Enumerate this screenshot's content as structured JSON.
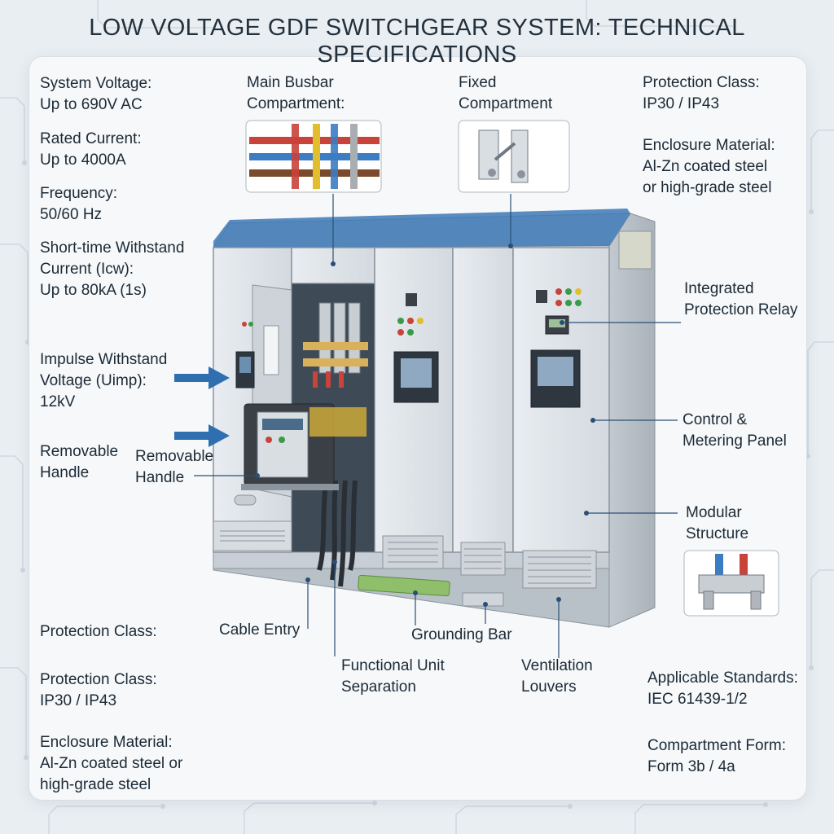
{
  "title": "LOW VOLTAGE GDF SWITCHGEAR SYSTEM: TECHNICAL SPECIFICATIONS",
  "left_specs": {
    "system_voltage": [
      "System Voltage:",
      "Up to 690V AC"
    ],
    "rated_current": [
      "Rated Current:",
      "Up to 4000A"
    ],
    "frequency": [
      "Frequency:",
      "50/60 Hz"
    ],
    "short_time": [
      "Short-time Withstand",
      "Current (Icw):",
      "Up to 80kA (1s)"
    ],
    "impulse": [
      "Impulse Withstand",
      "Voltage (Uimp):",
      "12kV"
    ],
    "removable_handle": [
      "Removable",
      "Handle"
    ]
  },
  "callouts": {
    "removable_handle": [
      "Removable",
      "Handle"
    ],
    "main_busbar": [
      "Main Busbar",
      "Compartment:"
    ],
    "fixed_compartment": [
      "Fixed",
      "Compartment"
    ],
    "integrated_relay": [
      "Integrated",
      "Protection Relay"
    ],
    "control_metering": [
      "Control &",
      "Metering Panel"
    ],
    "modular_structure": [
      "Modular",
      "Structure"
    ],
    "cable_entry": [
      "Cable Entry"
    ],
    "grounding_bar": [
      "Grounding Bar"
    ],
    "functional_unit": [
      "Functional Unit",
      "Separation"
    ],
    "ventilation": [
      "Ventilation",
      "Louvers"
    ]
  },
  "right_specs": {
    "protection_class": [
      "Protection Class:",
      "IP30 / IP43"
    ],
    "enclosure": [
      "Enclosure Material:",
      "Al-Zn coated steel",
      "or high-grade steel"
    ]
  },
  "bottom_left": {
    "protection_class_single": [
      "Protection Class:"
    ],
    "protection_class": [
      "Protection Class:",
      "IP30 / IP43"
    ],
    "enclosure": [
      "Enclosure Material:",
      "Al-Zn coated steel or",
      "high-grade steel"
    ]
  },
  "bottom_right": {
    "standards": [
      "Applicable Standards:",
      "IEC 61439-1/2"
    ],
    "form": [
      "Compartment Form:",
      "Form 3b / 4a"
    ]
  },
  "colors": {
    "cabinet": "#dfe4e9",
    "cabinet_edge": "#8b949c",
    "top_strip": "#3d79b6",
    "arrow": "#2f6fb0",
    "busbar_red": "#c8433a",
    "busbar_blue": "#3c7cc2",
    "busbar_yellow": "#e2be2c",
    "busbar_brown": "#7b4a2c",
    "grounding": "#8fbf6a"
  },
  "icons": [
    "arrow-right-icon",
    "busbar-detail-icon",
    "fixed-compartment-detail-icon",
    "modular-detail-icon"
  ]
}
